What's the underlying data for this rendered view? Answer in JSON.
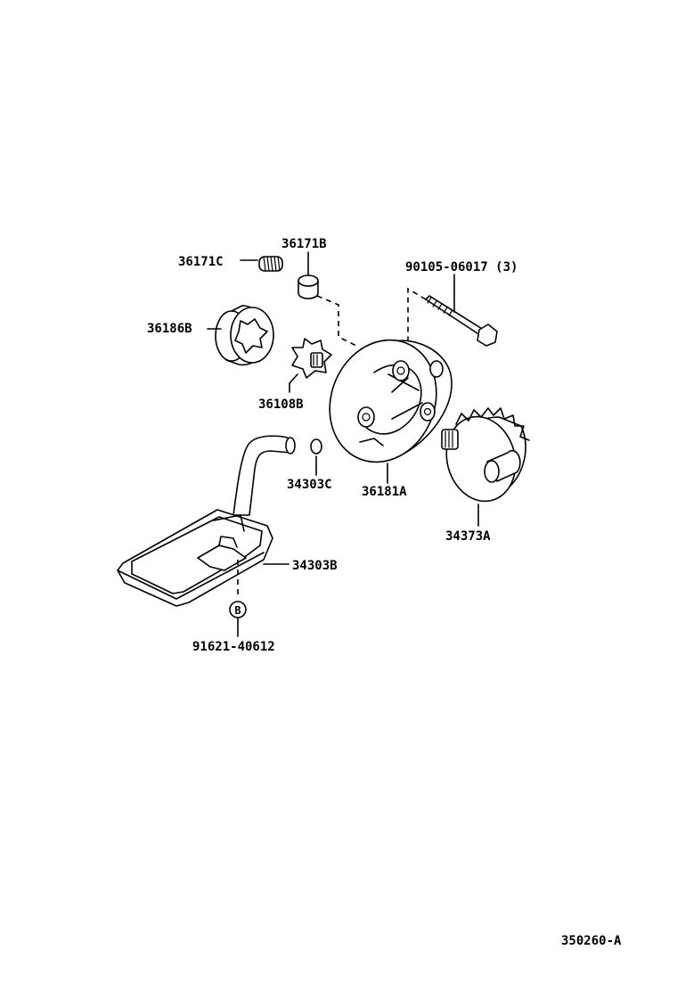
{
  "parts": {
    "spring": "36171C",
    "plunger": "36171B",
    "bolt": "90105-06017 (3)",
    "outer_rotor": "36186B",
    "inner_rotor": "36108B",
    "o_ring": "34303C",
    "pump_body": "36181A",
    "drive_gear": "34373A",
    "strainer": "34303B",
    "strainer_bolt": "91621-40612"
  },
  "callout_marker": "B",
  "diagram_code": "350260-A"
}
